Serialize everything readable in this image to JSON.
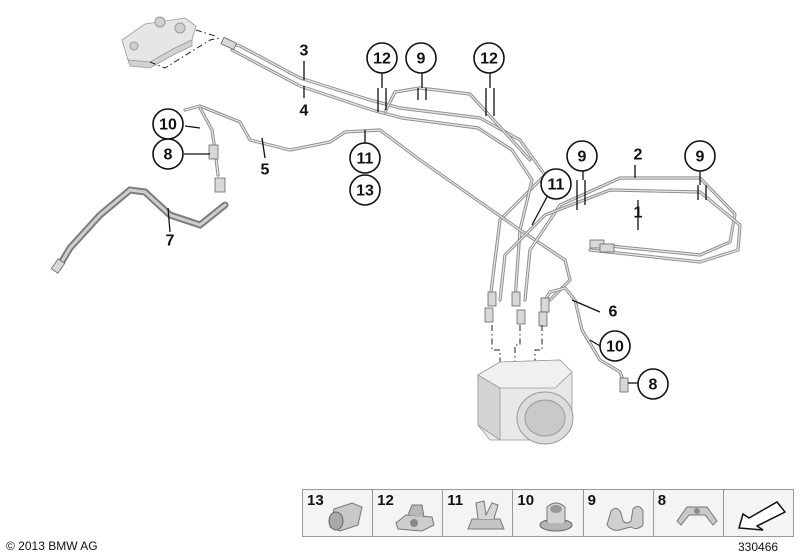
{
  "diagram": {
    "callouts": [
      {
        "id": "c1",
        "label": "1",
        "circled": false
      },
      {
        "id": "c2",
        "label": "2",
        "circled": false
      },
      {
        "id": "c3",
        "label": "3",
        "circled": false
      },
      {
        "id": "c4",
        "label": "4",
        "circled": false
      },
      {
        "id": "c5",
        "label": "5",
        "circled": false
      },
      {
        "id": "c6",
        "label": "6",
        "circled": false
      },
      {
        "id": "c7",
        "label": "7",
        "circled": false
      },
      {
        "id": "c8a",
        "label": "8",
        "circled": true
      },
      {
        "id": "c8b",
        "label": "8",
        "circled": true
      },
      {
        "id": "c9a",
        "label": "9",
        "circled": true
      },
      {
        "id": "c9b",
        "label": "9",
        "circled": true
      },
      {
        "id": "c9c",
        "label": "9",
        "circled": true
      },
      {
        "id": "c10a",
        "label": "10",
        "circled": true
      },
      {
        "id": "c10b",
        "label": "10",
        "circled": true
      },
      {
        "id": "c11a",
        "label": "11",
        "circled": true
      },
      {
        "id": "c11b",
        "label": "11",
        "circled": true
      },
      {
        "id": "c12a",
        "label": "12",
        "circled": true
      },
      {
        "id": "c12b",
        "label": "12",
        "circled": true
      },
      {
        "id": "c13",
        "label": "13",
        "circled": true
      }
    ]
  },
  "legend": {
    "items": [
      {
        "label": "13",
        "icon": "pipe-clip-icon"
      },
      {
        "label": "12",
        "icon": "double-clip-icon"
      },
      {
        "label": "11",
        "icon": "bracket-clip-icon"
      },
      {
        "label": "10",
        "icon": "grommet-icon"
      },
      {
        "label": "9",
        "icon": "pipe-holder-icon"
      },
      {
        "label": "8",
        "icon": "hose-bracket-icon"
      },
      {
        "label": "",
        "icon": "arrow-icon"
      }
    ]
  },
  "footer": {
    "copyright": "© 2013 BMW AG",
    "reference": "330466"
  },
  "colors": {
    "pipe": "#8f8f8f",
    "component": "#e0e0e0",
    "text": "#111111"
  }
}
